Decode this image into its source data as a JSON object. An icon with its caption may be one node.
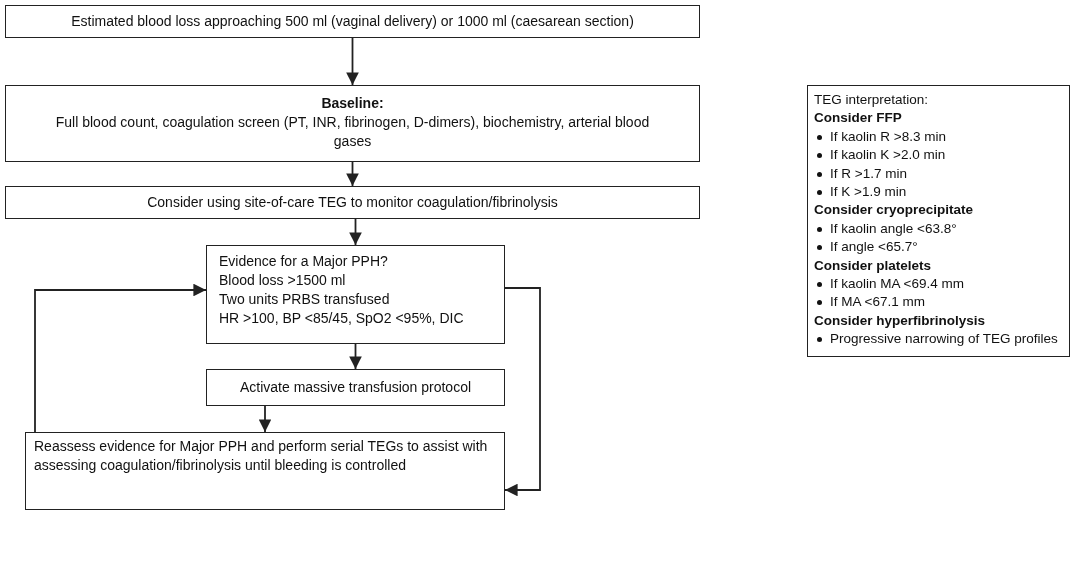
{
  "diagram": {
    "nodes": [
      {
        "text": [
          "Estimated blood loss approaching 500 ml (vaginal delivery) or 1000 ml (caesarean section)"
        ]
      },
      {
        "text": [
          "Baseline:",
          "Full blood count, coagulation screen (PT, INR, fibrinogen, D-dimers), biochemistry, arterial blood gases"
        ]
      },
      {
        "text": [
          "Consider using site-of-care TEG to monitor coagulation/fibrinolysis"
        ]
      },
      {
        "text": [
          "Evidence for a Major PPH?",
          "Blood loss >1500 ml",
          "Two units PRBS transfused",
          "HR >100, BP <85/45, SpO2 <95%, DIC"
        ]
      },
      {
        "text": [
          "Activate massive transfusion protocol"
        ]
      },
      {
        "text": [
          "Reassess evidence for Major PPH and perform serial TEGs to assist with assessing coagulation/fibrinolysis until bleeding is controlled"
        ]
      },
      {
        "text": [
          "TEG interpretation:",
          "Consider FFP",
          "If kaolin R >8.3 min",
          "If kaolin K >2.0 min",
          "If R >1.7 min",
          "If K >1.9 min",
          "Consider cryoprecipitate",
          "If kaolin angle <63.8°",
          "If angle <65.7°",
          "Consider platelets",
          "If kaolin MA <69.4 mm",
          "If MA <67.1 mm",
          "Consider hyperfibrinolysis",
          "Progressive narrowing of TEG profiles"
        ]
      }
    ],
    "edges": [
      {
        "from": 0,
        "to": 1,
        "arrow": "to"
      },
      {
        "from": 1,
        "to": 2,
        "arrow": "to"
      },
      {
        "from": 2,
        "to": 3,
        "arrow": "to"
      },
      {
        "from": 3,
        "to": 4,
        "arrow": "to"
      },
      {
        "from": 4,
        "to": 5,
        "arrow": "to"
      },
      {
        "from": 5,
        "to": 3,
        "arrow": "to"
      },
      {
        "from": 3,
        "to": 5,
        "arrow": "to"
      }
    ]
  }
}
